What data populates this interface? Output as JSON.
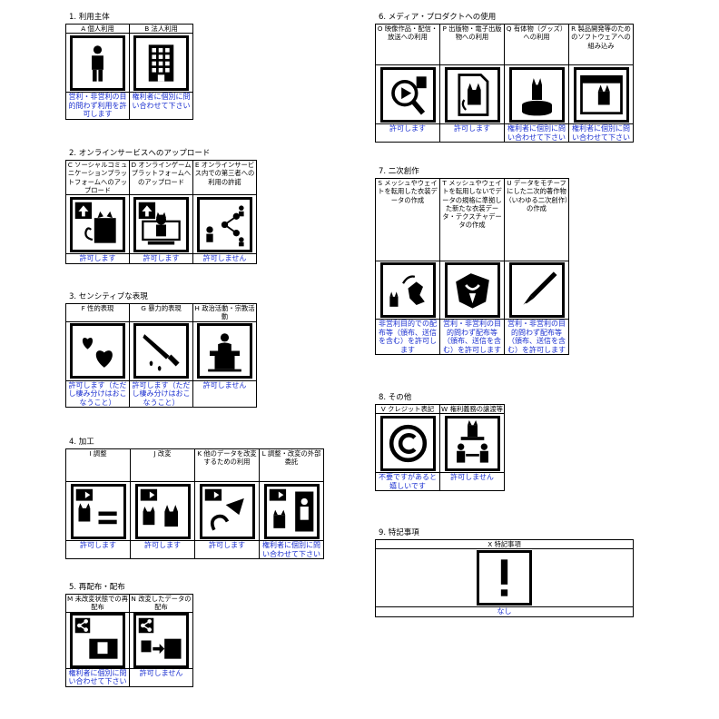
{
  "sections": {
    "s1": {
      "title": "1. 利用主体",
      "cols": [
        {
          "label": "A 個人利用",
          "answer": "営利・非営利の目的問わず利用を許可します"
        },
        {
          "label": "B 法人利用",
          "answer": "権利者に個別に問い合わせて下さい"
        }
      ]
    },
    "s2": {
      "title": "2. オンラインサービスへのアップロード",
      "cols": [
        {
          "label": "C ソーシャルコミュニケーションプラットフォームへのアップロード",
          "answer": "許可します"
        },
        {
          "label": "D オンラインゲームプラットフォームへのアップロード",
          "answer": "許可します"
        },
        {
          "label": "E オンラインサービス内での第三者への利用の許諾",
          "answer": "許可しません"
        }
      ]
    },
    "s3": {
      "title": "3. センシティブな表現",
      "cols": [
        {
          "label": "F 性的表現",
          "answer": "許可します（ただし棲み分けはおこなうこと）"
        },
        {
          "label": "G 暴力的表現",
          "answer": "許可します（ただし棲み分けはおこなうこと）"
        },
        {
          "label": "H 政治活動・宗教活動",
          "answer": "許可しません"
        }
      ]
    },
    "s4": {
      "title": "4. 加工",
      "cols": [
        {
          "label": "I 調整",
          "answer": "許可します"
        },
        {
          "label": "J 改変",
          "answer": "許可します"
        },
        {
          "label": "K 他のデータを改変するための利用",
          "answer": "許可します"
        },
        {
          "label": "L 調整・改変の外部委託",
          "answer": "権利者に個別に問い合わせて下さい"
        }
      ]
    },
    "s5": {
      "title": "5. 再配布・配布",
      "cols": [
        {
          "label": "M 未改変状態での再配布",
          "answer": "権利者に個別に問い合わせて下さい"
        },
        {
          "label": "N 改変したデータの配布",
          "answer": "許可しません"
        }
      ]
    },
    "s6": {
      "title": "6. メディア・プロダクトへの使用",
      "cols": [
        {
          "label": "O 映像作品・配信・放送への利用",
          "answer": "許可します"
        },
        {
          "label": "P 出版物・電子出版物への利用",
          "answer": "許可します"
        },
        {
          "label": "Q 有体物（グッズ）への利用",
          "answer": "権利者に個別に問い合わせて下さい"
        },
        {
          "label": "R 製品開発等のためのソフトウェアへの組み込み",
          "answer": "権利者に個別に問い合わせて下さい"
        }
      ]
    },
    "s7": {
      "title": "7. 二次創作",
      "cols": [
        {
          "label": "S メッシュやウェイトを転用した衣装データの作成",
          "answer": "非営利目的での配布等（頒布、送信を含む）を許可します"
        },
        {
          "label": "T メッシュやウェイトを転用しないでデータの規格に準拠した新たな衣装データ・テクスチャデータの作成",
          "answer": "営利・非営利の目的問わず配布等（頒布、送信を含む）を許可します"
        },
        {
          "label": "U データをモチーフにした二次的著作物（いわゆる二次創作）の作成",
          "answer": "営利・非営利の目的問わず配布等（頒布、送信を含む）を許可します"
        }
      ]
    },
    "s8": {
      "title": "8. その他",
      "cols": [
        {
          "label": "V クレジット表記",
          "answer": "不要ですがあると嬉しいです"
        },
        {
          "label": "W 権利義務の譲渡等",
          "answer": "許可しません"
        }
      ]
    },
    "s9": {
      "title": "9. 特記事項",
      "label": "X 特記事項",
      "answer": "なし"
    }
  }
}
